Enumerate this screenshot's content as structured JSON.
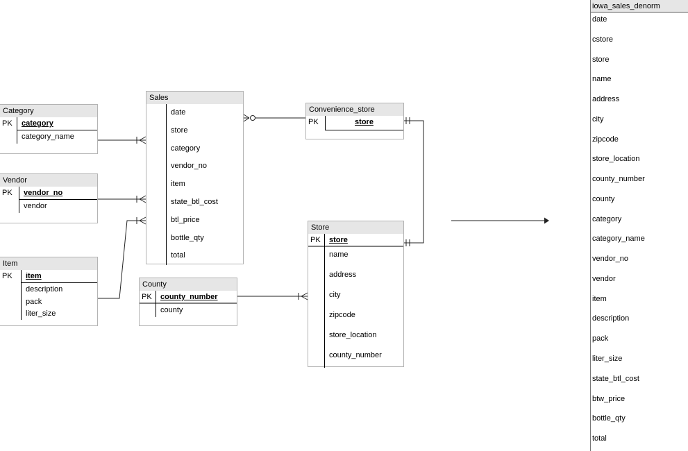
{
  "tables": {
    "category": {
      "title": "Category",
      "pk_label": "PK",
      "fields": [
        {
          "name": "category",
          "pk": true
        },
        {
          "name": "category_name",
          "pk": false
        }
      ]
    },
    "vendor": {
      "title": "Vendor",
      "pk_label": "PK",
      "fields": [
        {
          "name": "vendor_no",
          "pk": true
        },
        {
          "name": "vendor",
          "pk": false
        }
      ]
    },
    "item": {
      "title": "Item",
      "pk_label": "PK",
      "fields": [
        {
          "name": "item",
          "pk": true
        },
        {
          "name": "description",
          "pk": false
        },
        {
          "name": "pack",
          "pk": false
        },
        {
          "name": "liter_size",
          "pk": false
        }
      ]
    },
    "sales": {
      "title": "Sales",
      "pk_label": "",
      "fields": [
        {
          "name": "date",
          "pk": false
        },
        {
          "name": "store",
          "pk": false
        },
        {
          "name": "category",
          "pk": false
        },
        {
          "name": "vendor_no",
          "pk": false
        },
        {
          "name": "item",
          "pk": false
        },
        {
          "name": "state_btl_cost",
          "pk": false
        },
        {
          "name": "btl_price",
          "pk": false
        },
        {
          "name": "bottle_qty",
          "pk": false
        },
        {
          "name": "total",
          "pk": false
        }
      ]
    },
    "convenience_store": {
      "title": "Convenience_store",
      "pk_label": "PK",
      "fields": [
        {
          "name": "store",
          "pk": true
        }
      ]
    },
    "store": {
      "title": "Store",
      "pk_label": "PK",
      "fields": [
        {
          "name": "store",
          "pk": true
        },
        {
          "name": "name",
          "pk": false
        },
        {
          "name": "address",
          "pk": false
        },
        {
          "name": "city",
          "pk": false
        },
        {
          "name": "zipcode",
          "pk": false
        },
        {
          "name": "store_location",
          "pk": false
        },
        {
          "name": "county_number",
          "pk": false
        }
      ]
    },
    "county": {
      "title": "County",
      "pk_label": "PK",
      "fields": [
        {
          "name": "county_number",
          "pk": true
        },
        {
          "name": "county",
          "pk": false
        }
      ]
    }
  },
  "denorm_table": {
    "title": "iowa_sales_denorm",
    "fields": [
      "date",
      "cstore",
      "store",
      "name",
      "address",
      "city",
      "zipcode",
      "store_location",
      "county_number",
      "county",
      "category",
      "category_name",
      "vendor_no",
      "vendor",
      "item",
      "description",
      "pack",
      "liter_size",
      "state_btl_cost",
      "btw_price",
      "bottle_qty",
      "total"
    ]
  },
  "relationships": [
    {
      "from": "Category",
      "to": "Sales",
      "cardinality": "one-to-many"
    },
    {
      "from": "Vendor",
      "to": "Sales",
      "cardinality": "one-to-many"
    },
    {
      "from": "Item",
      "to": "Sales",
      "cardinality": "one-to-many"
    },
    {
      "from": "Sales",
      "to": "Convenience_store",
      "cardinality": "zero-or-many"
    },
    {
      "from": "Convenience_store",
      "to": "Store",
      "cardinality": "one-to-one"
    },
    {
      "from": "County",
      "to": "Store",
      "cardinality": "one-to-many"
    }
  ],
  "colors": {
    "table_header_bg": "#e6e6e6",
    "table_border": "#b3b3b3",
    "connector_line": "#222222"
  }
}
